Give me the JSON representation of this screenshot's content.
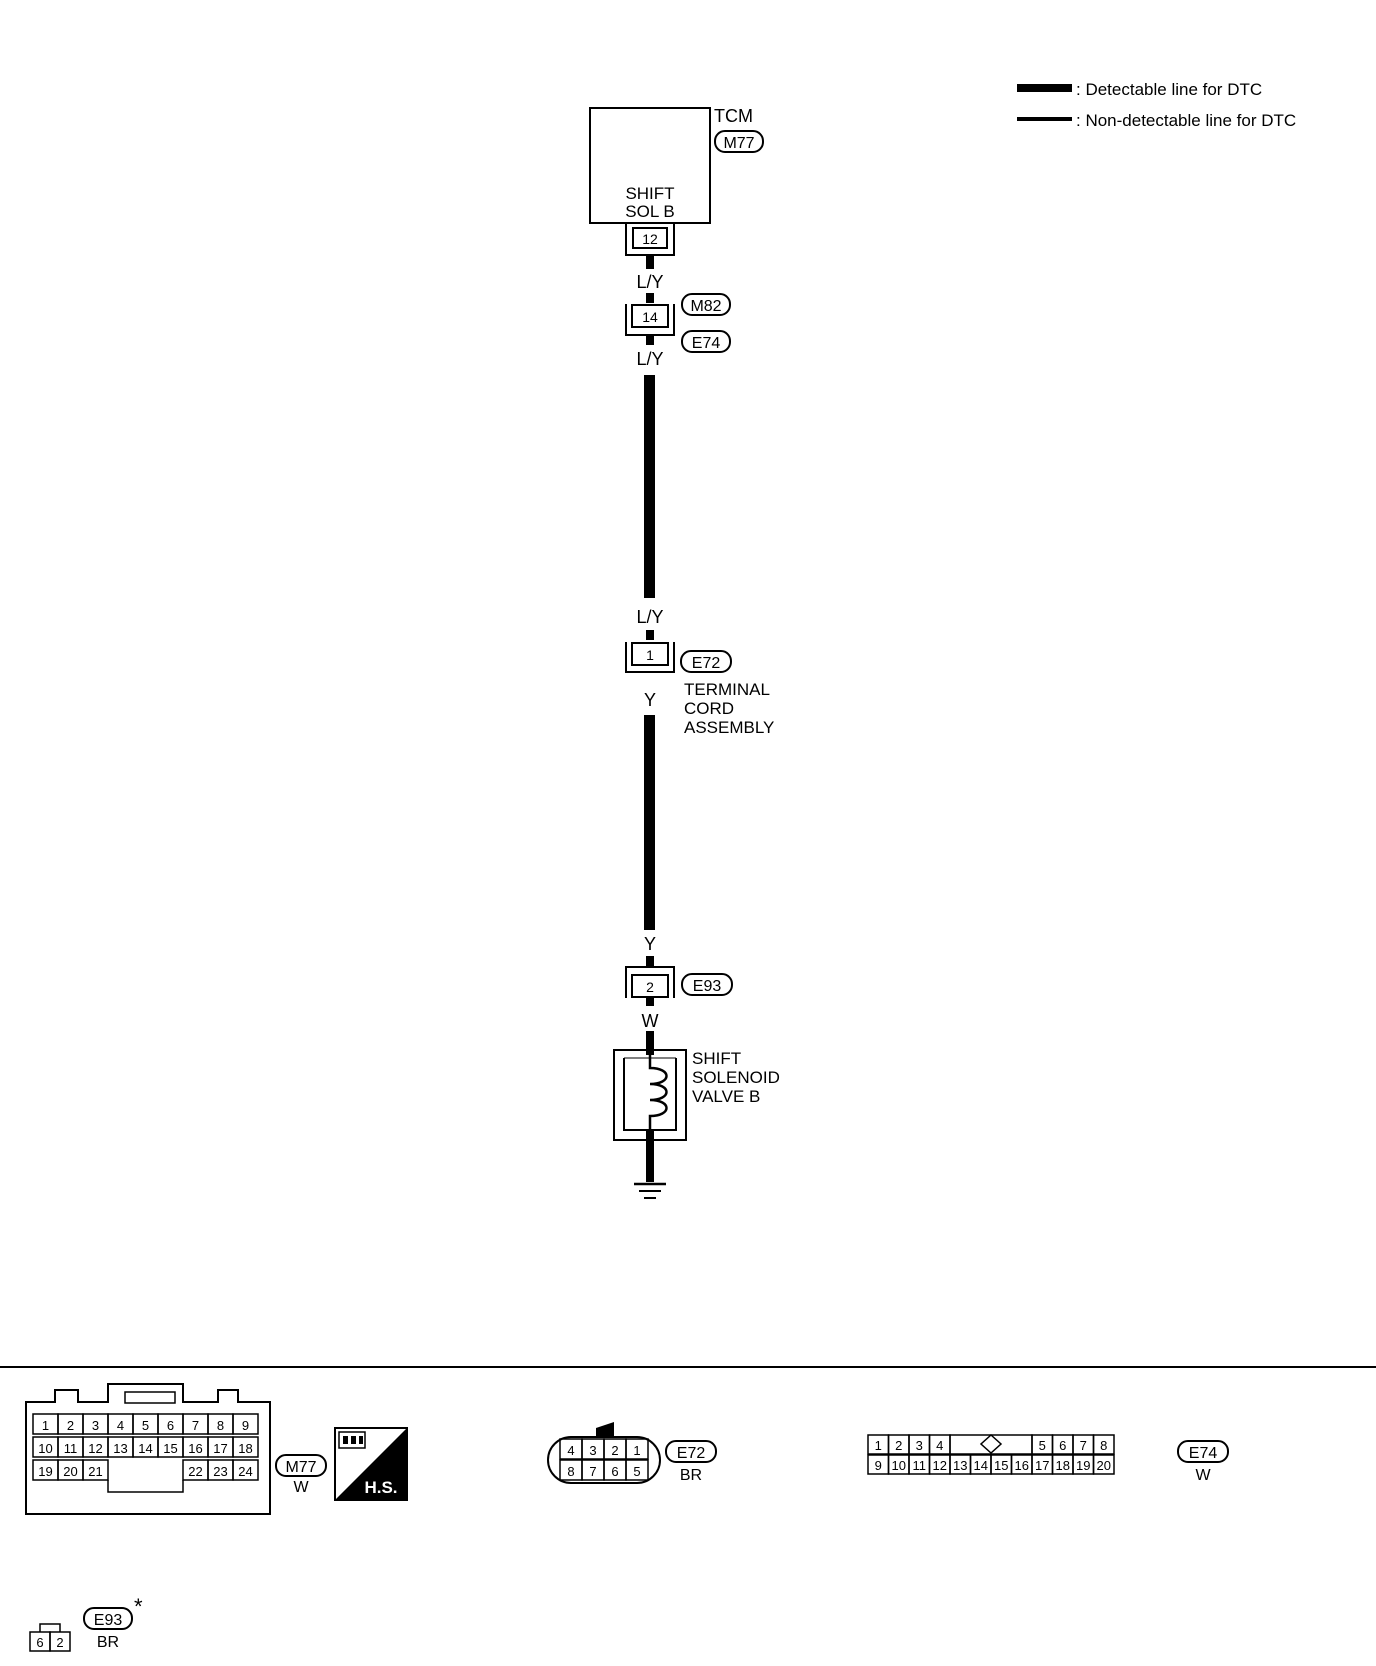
{
  "legend": {
    "detectable": ": Detectable line for DTC",
    "non_detectable": ": Non-detectable line for DTC"
  },
  "tcm": {
    "name": "TCM",
    "connector": "M77",
    "terminal_label_1": "SHIFT",
    "terminal_label_2": "SOL B",
    "terminal": "12"
  },
  "joint_connector": {
    "terminal": "14",
    "connector_top": "M82",
    "connector_bottom": "E74"
  },
  "terminal_cord": {
    "terminal": "1",
    "connector": "E72",
    "label_1": "TERMINAL",
    "label_2": "CORD",
    "label_3": "ASSEMBLY"
  },
  "solenoid_connector": {
    "terminal": "2",
    "connector": "E93"
  },
  "solenoid": {
    "label_1": "SHIFT",
    "label_2": "SOLENOID",
    "label_3": "VALVE B"
  },
  "wires": {
    "w1": "L/Y",
    "w2": "L/Y",
    "w3": "L/Y",
    "w4": "Y",
    "w5": "Y",
    "w6": "W"
  },
  "connector_views": {
    "m77": {
      "id": "M77",
      "color": "W",
      "badge": "H.S.",
      "row1": [
        "1",
        "2",
        "3",
        "4",
        "5",
        "6",
        "7",
        "8",
        "9"
      ],
      "row2": [
        "10",
        "11",
        "12",
        "13",
        "14",
        "15",
        "16",
        "17",
        "18"
      ],
      "row3_left": [
        "19",
        "20",
        "21"
      ],
      "row3_right": [
        "22",
        "23",
        "24"
      ]
    },
    "e72": {
      "id": "E72",
      "color": "BR",
      "top": [
        "4",
        "3",
        "2",
        "1"
      ],
      "bottom": [
        "8",
        "7",
        "6",
        "5"
      ]
    },
    "e74": {
      "id": "E74",
      "color": "W",
      "row1_left": [
        "1",
        "2",
        "3",
        "4"
      ],
      "row1_right": [
        "5",
        "6",
        "7",
        "8"
      ],
      "row2": [
        "9",
        "10",
        "11",
        "12",
        "13",
        "14",
        "15",
        "16",
        "17",
        "18",
        "19",
        "20"
      ]
    },
    "e93": {
      "id": "E93",
      "mark": "*",
      "color": "BR",
      "pins": [
        "6",
        "2"
      ]
    }
  }
}
